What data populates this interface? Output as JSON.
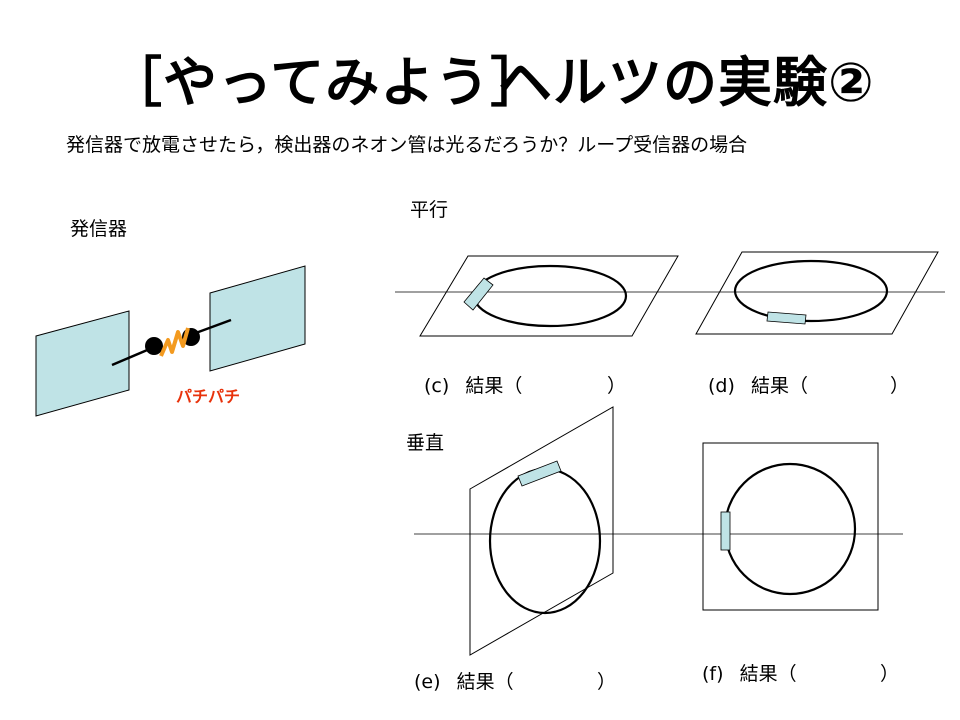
{
  "title": {
    "left": "［やってみよう］",
    "right": "ヘルツの実験②"
  },
  "question": "発信器で放電させたら，検出器のネオン管は光るだろうか？ループ受信器の場合",
  "transmitter": {
    "label": "発信器",
    "spark_text": "パチパチ"
  },
  "sections": {
    "parallel": "平行",
    "vertical": "垂直"
  },
  "results": [
    {
      "letter": "(c)",
      "word": "結果（",
      "close": "）"
    },
    {
      "letter": "(d)",
      "word": "結果（",
      "close": "）"
    },
    {
      "letter": "(e)",
      "word": "結果（",
      "close": "）"
    },
    {
      "letter": "(f)",
      "word": "結果（",
      "close": "）"
    }
  ],
  "colors": {
    "plate_fill": "#bfe3e6",
    "spark": "#f39a1f",
    "spark_text": "#e8320b",
    "line": "#000000"
  }
}
